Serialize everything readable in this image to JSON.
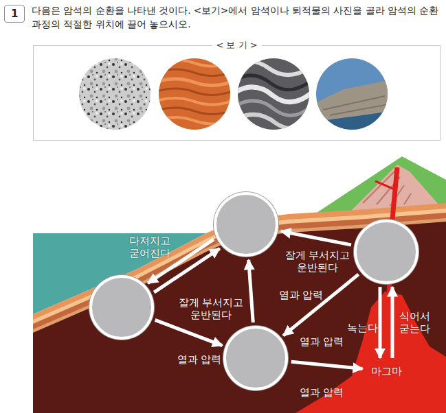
{
  "diagram": {
    "nodes": [
      {
        "text": [
          "1"
        ]
      },
      {
        "text": [
          "< 보 기 >"
        ]
      },
      {
        "text": []
      },
      {
        "text": []
      },
      {
        "text": []
      },
      {
        "text": []
      },
      {
        "text": [
          "마그마"
        ]
      }
    ],
    "edges": [
      {
        "from": 2,
        "to": 3,
        "arrow": "to",
        "label": "다져지고 굳어진다"
      },
      {
        "from": 3,
        "to": 2,
        "arrow": "to",
        "label": "잘게 부서지고 운반된다"
      },
      {
        "from": 4,
        "to": 2,
        "arrow": "to",
        "label": "잘게 부서지고 운반된다"
      },
      {
        "from": 5,
        "to": 2,
        "arrow": "to",
        "label": "열과 압력"
      },
      {
        "from": 4,
        "to": 5,
        "arrow": "to",
        "label": "열과 압력"
      },
      {
        "from": 3,
        "to": 5,
        "arrow": "to",
        "label": "열과 압력"
      },
      {
        "from": 4,
        "to": 6,
        "arrow": "to",
        "label": "녹는다"
      },
      {
        "from": 6,
        "to": 4,
        "arrow": "to",
        "label": "식어서 굳는다"
      },
      {
        "from": 5,
        "to": 6,
        "arrow": "to",
        "label": "열과 압력"
      }
    ],
    "labels": [
      "다음은 암석의 순환을 나타낸 것이다. <보기>에서 암석이나 퇴적물의 사진을 골라 암석의 순환 과정의 적절한 위치에 끌어 놓으시오."
    ]
  }
}
